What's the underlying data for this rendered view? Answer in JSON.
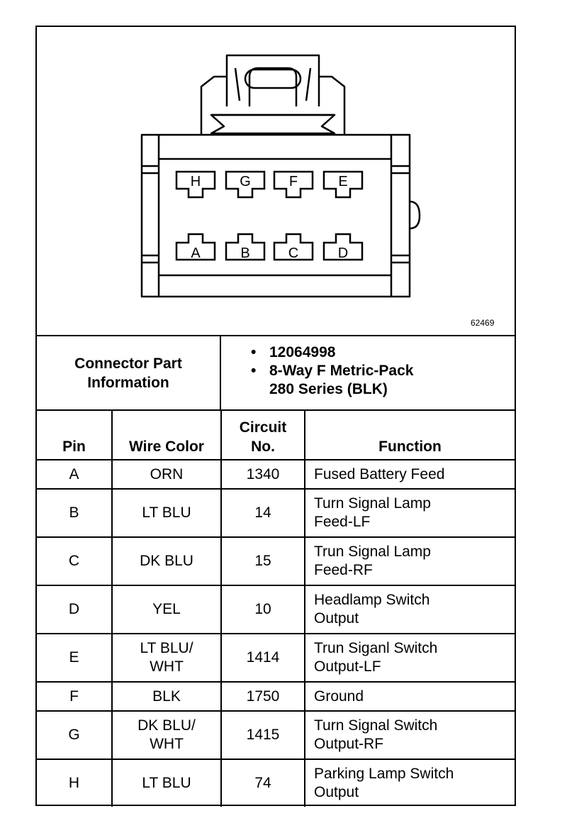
{
  "figure_id": "62469",
  "connector_info": {
    "label_line1": "Connector Part",
    "label_line2": "Information",
    "part_number": "12064998",
    "description_line1": "8-Way F Metric-Pack",
    "description_line2": "280 Series (BLK)",
    "bullet": "•"
  },
  "connector_pins": [
    "H",
    "G",
    "F",
    "E",
    "A",
    "B",
    "C",
    "D"
  ],
  "table": {
    "headers": {
      "pin": "Pin",
      "wire_color": "Wire Color",
      "circuit_line1": "Circuit",
      "circuit_line2": "No.",
      "function": "Function"
    },
    "rows": [
      {
        "pin": "A",
        "wire1": "ORN",
        "wire2": "",
        "circuit": "1340",
        "func1": "Fused Battery Feed",
        "func2": ""
      },
      {
        "pin": "B",
        "wire1": "LT BLU",
        "wire2": "",
        "circuit": "14",
        "func1": "Turn Signal Lamp",
        "func2": "Feed-LF"
      },
      {
        "pin": "C",
        "wire1": "DK BLU",
        "wire2": "",
        "circuit": "15",
        "func1": "Trun Signal Lamp",
        "func2": "Feed-RF"
      },
      {
        "pin": "D",
        "wire1": "YEL",
        "wire2": "",
        "circuit": "10",
        "func1": "Headlamp Switch",
        "func2": "Output"
      },
      {
        "pin": "E",
        "wire1": "LT BLU/",
        "wire2": "WHT",
        "circuit": "1414",
        "func1": "Trun Siganl Switch",
        "func2": "Output-LF"
      },
      {
        "pin": "F",
        "wire1": "BLK",
        "wire2": "",
        "circuit": "1750",
        "func1": "Ground",
        "func2": ""
      },
      {
        "pin": "G",
        "wire1": "DK BLU/",
        "wire2": "WHT",
        "circuit": "1415",
        "func1": "Turn Signal Switch",
        "func2": "Output-RF"
      },
      {
        "pin": "H",
        "wire1": "LT BLU",
        "wire2": "",
        "circuit": "74",
        "func1": "Parking Lamp Switch",
        "func2": "Output"
      }
    ]
  }
}
